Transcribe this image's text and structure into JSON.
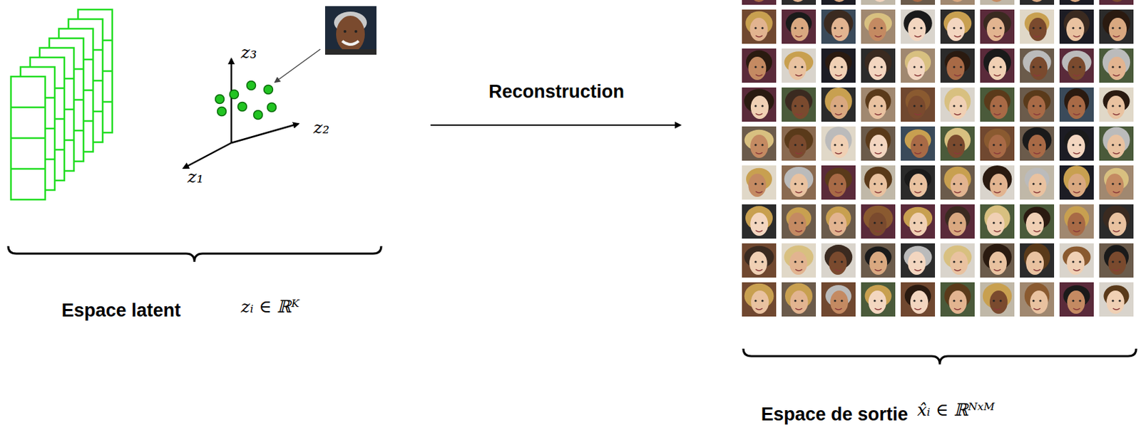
{
  "diagram": {
    "labels": [
      "z₃",
      "z₂",
      "z₁",
      "Reconstruction",
      "Espace latent",
      "zᵢ ∈ ℝᴷ",
      "Espace de sortie",
      "x̂ᵢ ∈ ℝᴺˣᴹ"
    ]
  }
}
